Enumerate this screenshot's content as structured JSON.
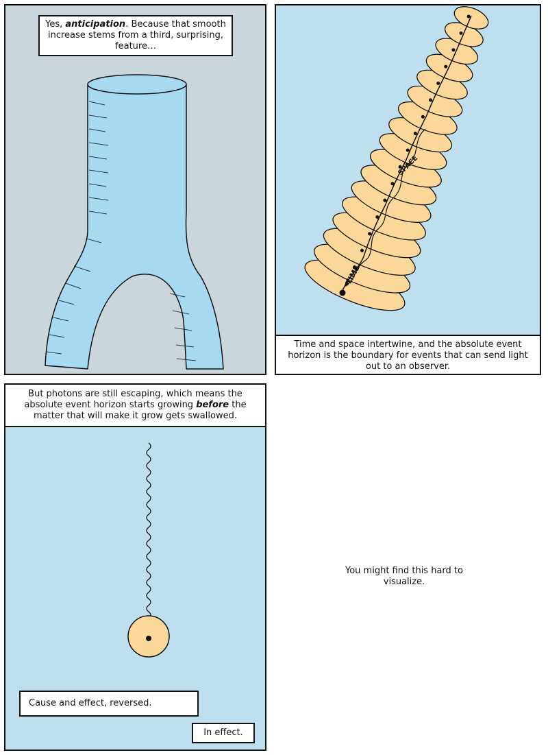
{
  "panel1": {
    "caption_prefix": "Yes, ",
    "caption_emphasis": "anticipation",
    "caption_suffix": ". Because that smooth increase stems from a third, surprising, feature…",
    "bg_color": "#cbd5dc",
    "tube_color": "#a6daf0"
  },
  "panel2": {
    "caption": "Time and space intertwine, and the absolute event horizon is the boundary for events that can send light out to an observer.",
    "bg_color": "#bee0ee",
    "ellipse_color": "#fbd79a",
    "label_time": "TIME",
    "label_space": "SPACE"
  },
  "panel3": {
    "caption_prefix": "But photons are still escaping, which means the absolute event horizon starts growing ",
    "caption_emphasis": "before",
    "caption_suffix": " the matter that will make it grow gets swallowed.",
    "bottom_caption": "Cause and effect, reversed.",
    "corner_caption": "In effect.",
    "bg_color": "#bee0ee",
    "disk_color": "#fbd79a"
  },
  "panel4": {
    "text": "You might find this hard to visualize."
  }
}
